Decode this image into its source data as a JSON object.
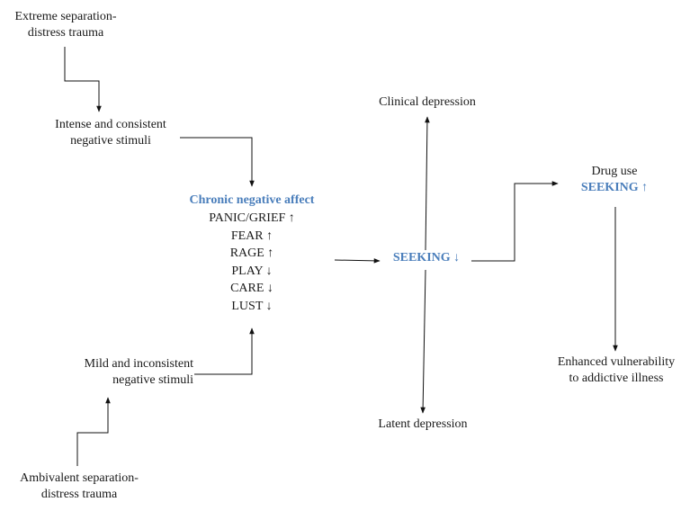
{
  "nodes": {
    "extreme_trauma": [
      "Extreme separation-",
      "distress trauma"
    ],
    "intense_stimuli": [
      "Intense and consistent",
      "negative stimuli"
    ],
    "chronic_title": "Chronic negative affect",
    "chronic_items": [
      "PANIC/GRIEF ↑",
      "FEAR ↑",
      "RAGE ↑",
      "PLAY ↓",
      "CARE ↓",
      "LUST ↓"
    ],
    "mild_stimuli": [
      "Mild and inconsistent",
      "negative stimuli"
    ],
    "ambivalent_trauma": [
      "Ambivalent separation-",
      "distress trauma"
    ],
    "seeking_down": "SEEKING ↓",
    "clinical_depression": "Clinical depression",
    "latent_depression": "Latent depression",
    "drug_use": "Drug use",
    "seeking_up": "SEEKING ↑",
    "vulnerability": [
      "Enhanced vulnerability",
      "to addictive illness"
    ]
  },
  "colors": {
    "accent": "#4a7ebb",
    "text": "#1a1a1a",
    "lines": "#111111"
  }
}
